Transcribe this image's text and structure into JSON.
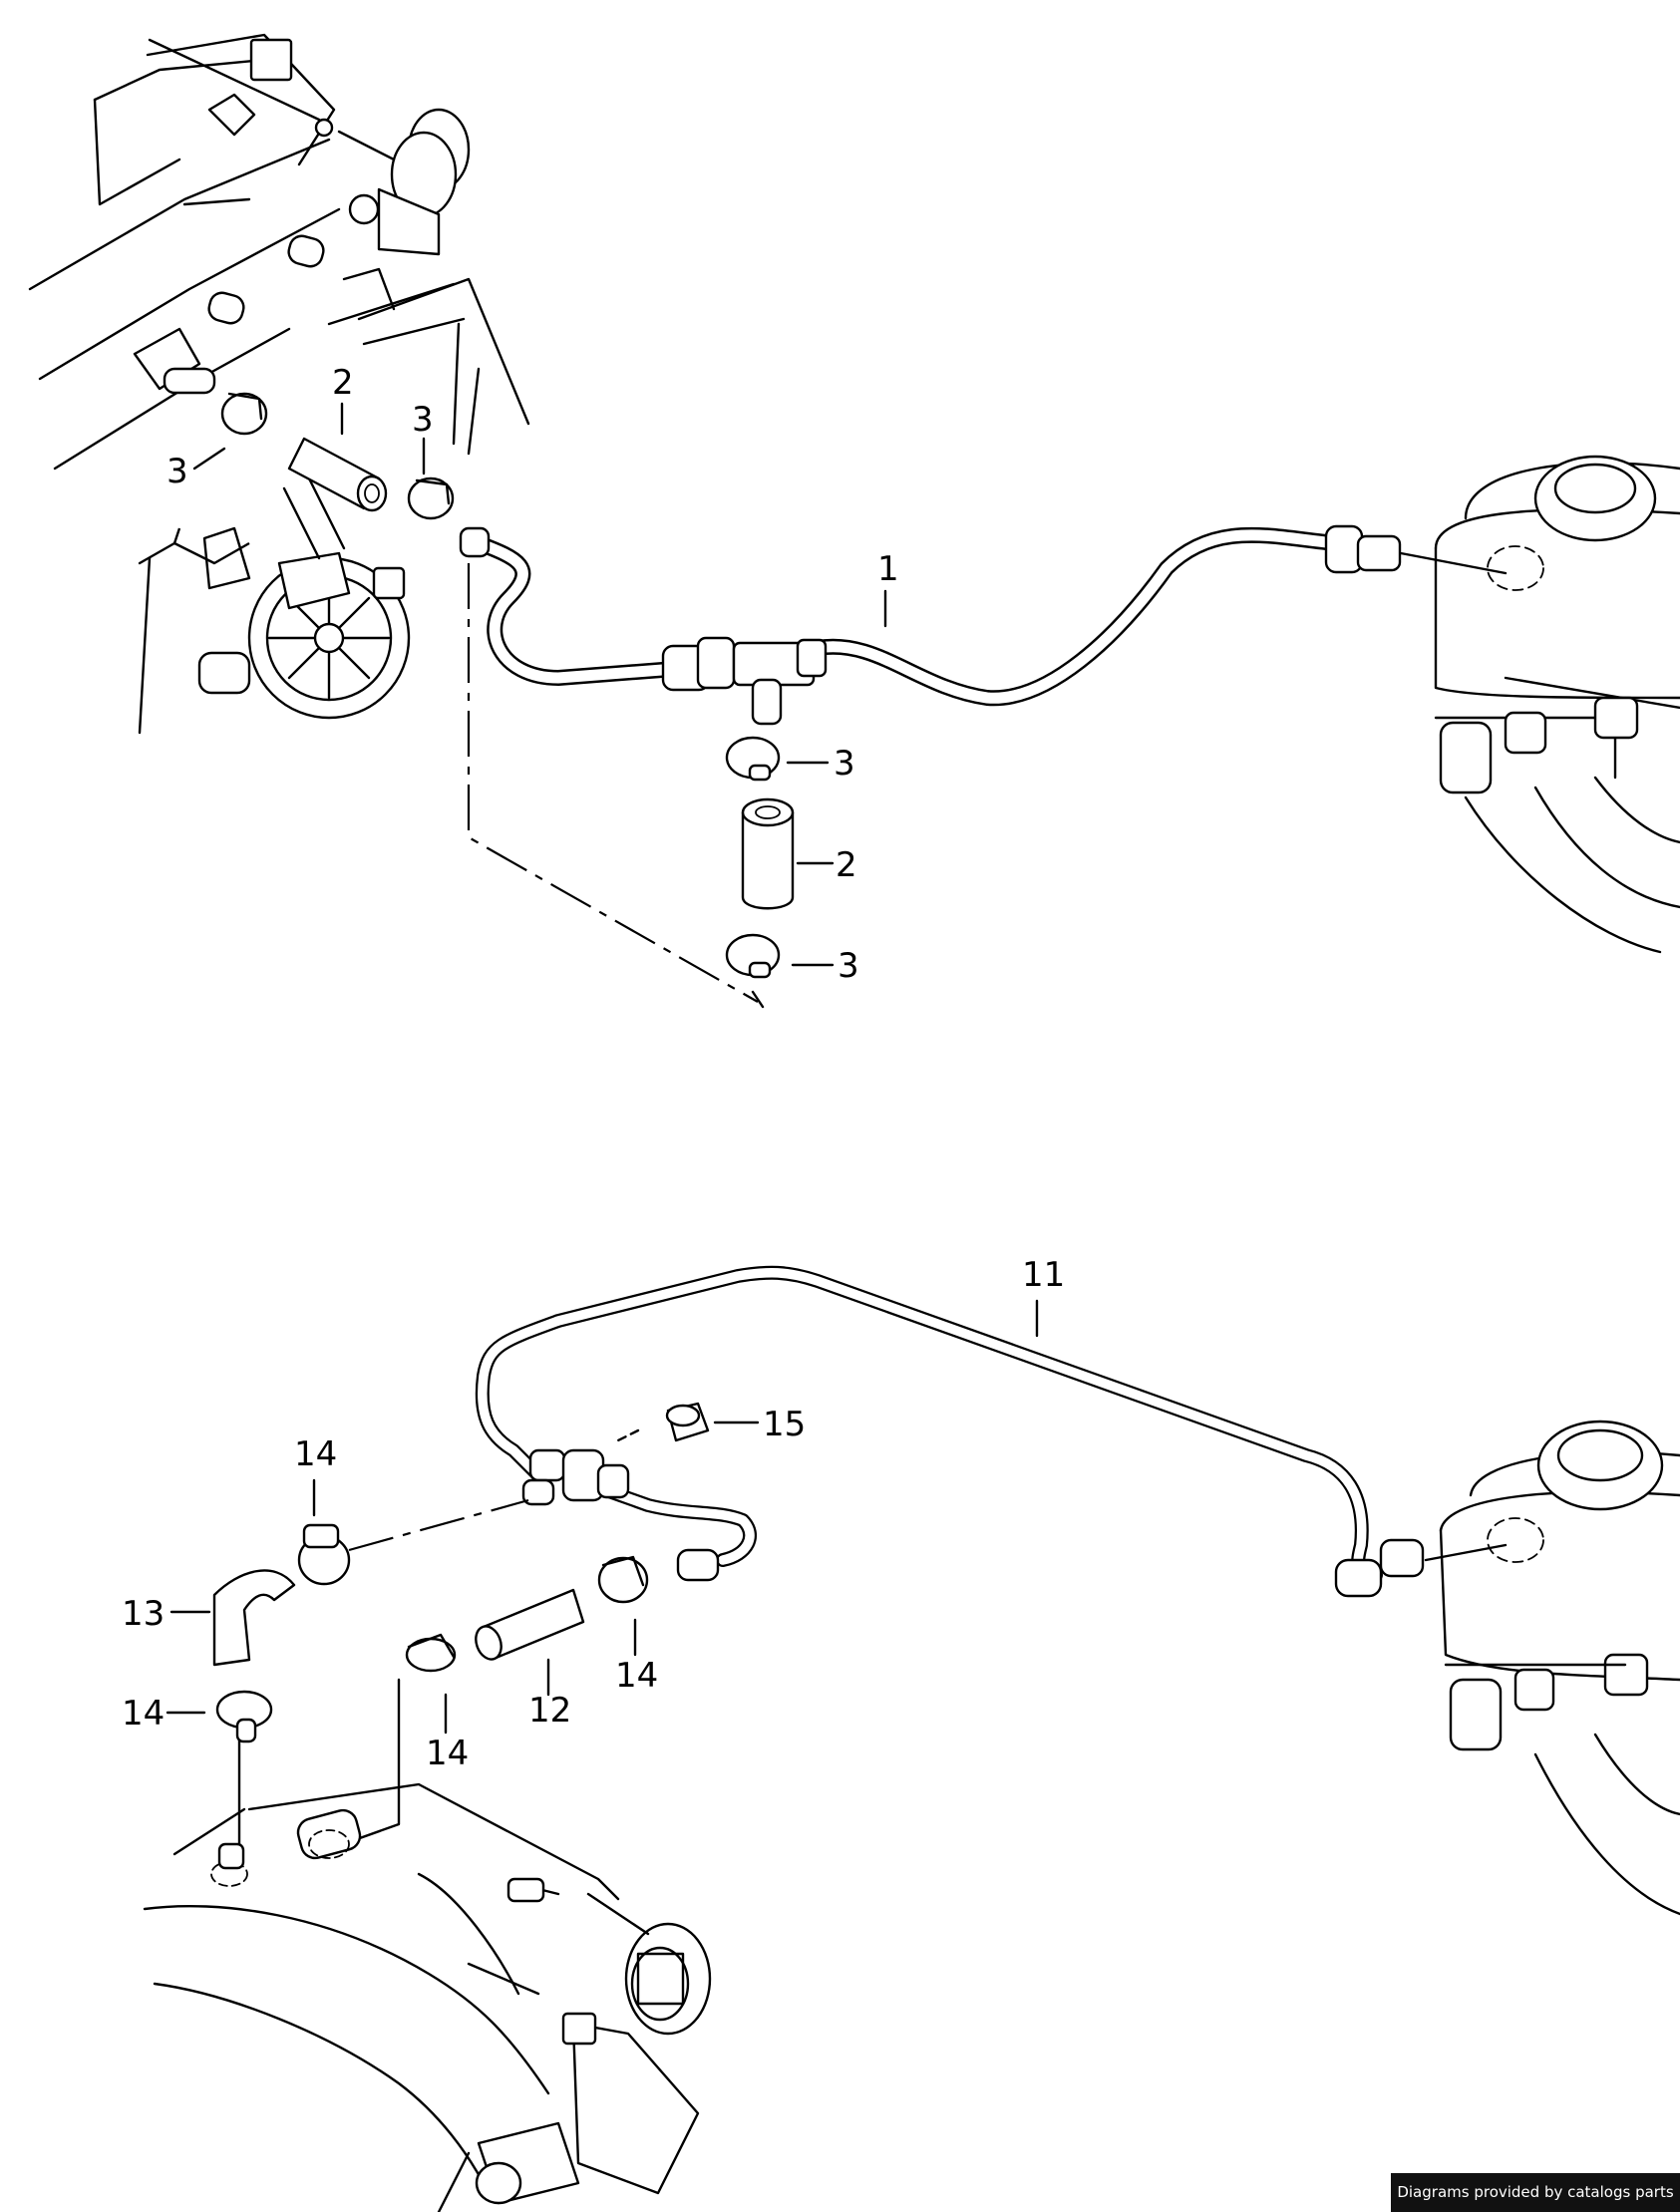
{
  "callouts": {
    "c1": "1",
    "c2a": "2",
    "c2b": "2",
    "c3a": "3",
    "c3b": "3",
    "c3c": "3",
    "c3d": "3",
    "c11": "11",
    "c12": "12",
    "c13": "13",
    "c14a": "14",
    "c14b": "14",
    "c14c": "14",
    "c14d": "14",
    "c15": "15"
  },
  "footer": {
    "credit": "Diagrams provided by catalogs parts"
  }
}
